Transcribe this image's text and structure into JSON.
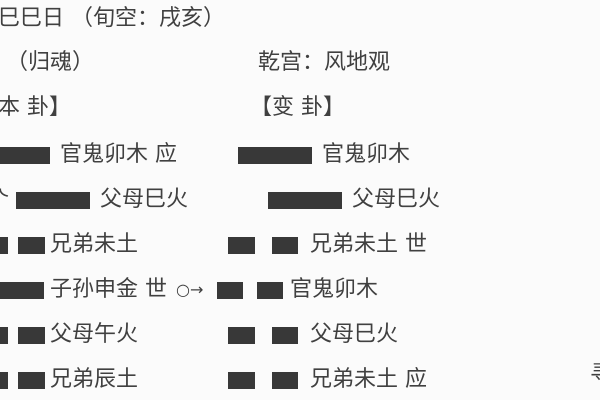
{
  "header": {
    "day_line": "巳巳日 （旬空：戌亥）",
    "gua_type": "（归魂）",
    "palace": "乾宫：风地观",
    "ben_gua_label": "本 卦】",
    "bian_gua_label": "【变 卦】"
  },
  "ben_gua": [
    {
      "text": "官鬼卯木 应",
      "line": "yang"
    },
    {
      "text": "父母巳火",
      "line": "yang",
      "prefix": "ᄾ"
    },
    {
      "text": "兄弟未土",
      "line": "yin"
    },
    {
      "text": "子孙申金 世",
      "line": "yang",
      "moving": "○→"
    },
    {
      "text": "父母午火",
      "line": "yin"
    },
    {
      "text": "兄弟辰土",
      "line": "yin"
    }
  ],
  "bian_gua": [
    {
      "text": "官鬼卯木",
      "line": "yang"
    },
    {
      "text": "父母巳火",
      "line": "yang"
    },
    {
      "text": "兄弟未土 世",
      "line": "yin"
    },
    {
      "text": "官鬼卯木",
      "line": "yin"
    },
    {
      "text": "父母巳火",
      "line": "yin"
    },
    {
      "text": "兄弟未土 应",
      "line": "yin"
    }
  ],
  "edge_fragment": "寻"
}
